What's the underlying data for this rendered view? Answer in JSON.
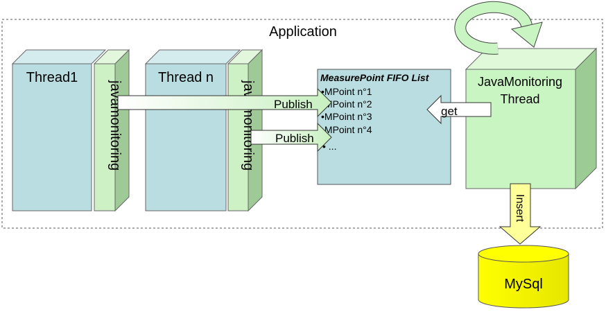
{
  "application": {
    "label": "Application"
  },
  "threads": [
    {
      "label": "Thread1",
      "monitor_label": "javamonitoring"
    },
    {
      "label": "Thread n",
      "monitor_label": "javamonitoring"
    }
  ],
  "fifo": {
    "title": "MeasurePoint FIFO List",
    "items": [
      "•MPoint n°1",
      "•MPoint n°2",
      "•MPoint n°3",
      "•MPoint n°4",
      "• ..."
    ]
  },
  "arrows": {
    "publish_1": "Publish",
    "publish_2": "Publish",
    "get": "get",
    "insert": "Insert"
  },
  "monitor_thread": {
    "line1": "JavaMonitoring",
    "line2": "Thread"
  },
  "database": {
    "label": "MySql"
  },
  "colors": {
    "thread_front": "#b9dde0",
    "thread_top": "#d4ecee",
    "thread_side": "#8fbcc0",
    "monitor_front": "#cdf0c4",
    "monitor_side": "#9fc996",
    "fifo_fill": "#b9dde0",
    "monitor_thread_front": "#c8f5c2",
    "monitor_thread_side": "#9ccc94",
    "db_fill": "#ffff00",
    "insert_arrow": "#ffff99",
    "cycle_arrow": "#c8f5c2"
  }
}
